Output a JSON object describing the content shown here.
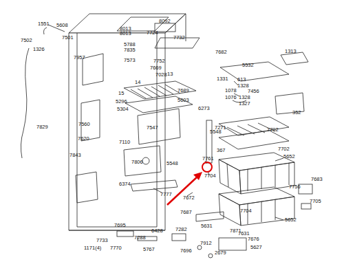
{
  "diagram": {
    "labels": [
      "1551",
      "5608",
      "7502",
      "7501",
      "1326",
      "8092",
      "8013",
      "8013",
      "7724",
      "7732",
      "7682",
      "7957",
      "5788",
      "7835",
      "7573",
      "7752",
      "7669",
      "7028",
      "13",
      "14",
      "7689",
      "15",
      "5296",
      "5603",
      "6273",
      "5304",
      "7547",
      "5548",
      "7271",
      "7560",
      "7620",
      "7829",
      "7110",
      "7806",
      "5548",
      "6374",
      "7843",
      "7777",
      "367",
      "7761",
      "7704",
      "5532",
      "1313",
      "1331",
      "613",
      "1328",
      "1078",
      "7456",
      "1076",
      "1328",
      "1327",
      "352",
      "7702",
      "7702",
      "5652",
      "7683",
      "7756",
      "7705",
      "5652",
      "7672",
      "7687",
      "7704",
      "7695",
      "6428",
      "5631",
      "7871",
      "7631",
      "7676",
      "5627",
      "7288",
      "7282",
      "7733",
      "1171(4)",
      "7770",
      "5767",
      "7696",
      "7912",
      "2679"
    ]
  }
}
